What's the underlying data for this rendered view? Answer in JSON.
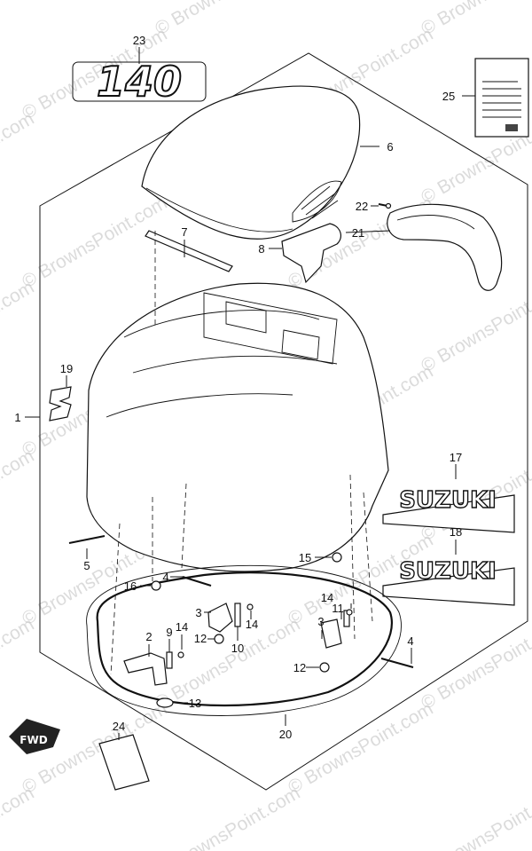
{
  "watermark": "© BrownsPoint.com",
  "badge_140": "140",
  "decal_suzuki": "SUZUKI",
  "fwd_label": "FWD",
  "callouts": {
    "p1": "1",
    "p2": "2",
    "p3a": "3",
    "p3b": "3",
    "p4a": "4",
    "p4b": "4",
    "p5": "5",
    "p6": "6",
    "p7": "7",
    "p8": "8",
    "p9": "9",
    "p10": "10",
    "p11": "11",
    "p12a": "12",
    "p12b": "12",
    "p13": "13",
    "p14a": "14",
    "p14b": "14",
    "p14c": "14",
    "p15": "15",
    "p16": "16",
    "p17": "17",
    "p18": "18",
    "p19": "19",
    "p20": "20",
    "p21": "21",
    "p22": "22",
    "p23": "23",
    "p24": "24",
    "p25": "25"
  }
}
